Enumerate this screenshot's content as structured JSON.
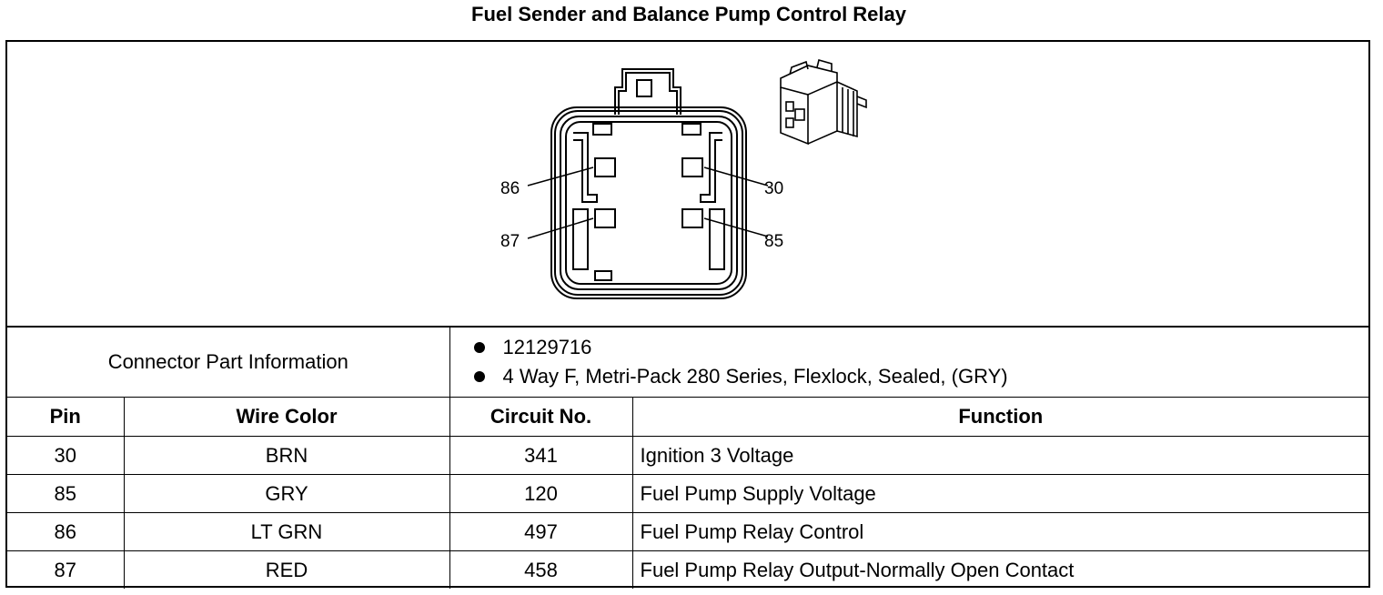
{
  "title": "Fuel Sender and Balance Pump Control Relay",
  "diagram": {
    "pin_labels": [
      "86",
      "30",
      "87",
      "85"
    ]
  },
  "connector_info": {
    "label": "Connector Part Information",
    "items": [
      "12129716",
      "4 Way F, Metri-Pack 280 Series, Flexlock, Sealed, (GRY)"
    ]
  },
  "table": {
    "headers": [
      "Pin",
      "Wire Color",
      "Circuit No.",
      "Function"
    ],
    "rows": [
      {
        "pin": "30",
        "wire_color": "BRN",
        "circuit": "341",
        "function": "Ignition 3 Voltage"
      },
      {
        "pin": "85",
        "wire_color": "GRY",
        "circuit": "120",
        "function": "Fuel Pump Supply Voltage"
      },
      {
        "pin": "86",
        "wire_color": "LT GRN",
        "circuit": "497",
        "function": "Fuel Pump Relay Control"
      },
      {
        "pin": "87",
        "wire_color": "RED",
        "circuit": "458",
        "function": "Fuel Pump Relay Output-Normally Open Contact"
      }
    ]
  }
}
